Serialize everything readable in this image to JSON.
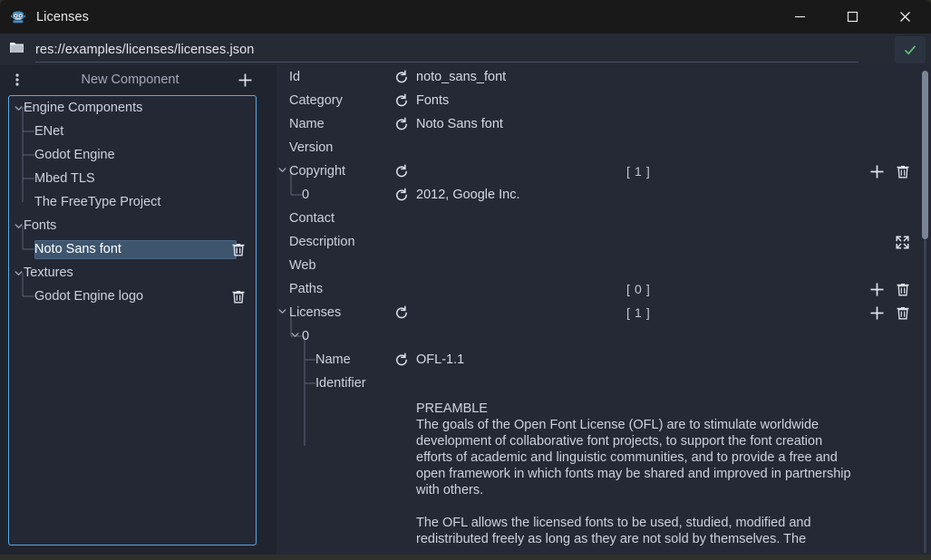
{
  "window": {
    "title": "Licenses",
    "app_icon": "godot-robot-icon",
    "minimize_label": "—",
    "maximize_label": "□",
    "close_label": "✕"
  },
  "pathbar": {
    "folder_icon": "folder-icon",
    "path": "res://examples/licenses/licenses.json",
    "confirm_icon": "checkmark-icon",
    "confirm_color": "#5fbf72"
  },
  "left_panel": {
    "menu_icon": "kebab-menu-icon",
    "title": "New Component",
    "add_icon": "plus-icon",
    "tree": [
      {
        "label": "Engine Components",
        "depth": 0,
        "expanded": true,
        "has_arrow": true,
        "selected": false,
        "deletable": false
      },
      {
        "label": "ENet",
        "depth": 1,
        "expanded": false,
        "has_arrow": false,
        "selected": false,
        "deletable": false
      },
      {
        "label": "Godot Engine",
        "depth": 1,
        "expanded": false,
        "has_arrow": false,
        "selected": false,
        "deletable": false
      },
      {
        "label": "Mbed TLS",
        "depth": 1,
        "expanded": false,
        "has_arrow": false,
        "selected": false,
        "deletable": false
      },
      {
        "label": "The FreeType Project",
        "depth": 1,
        "expanded": false,
        "has_arrow": false,
        "selected": false,
        "deletable": false
      },
      {
        "label": "Fonts",
        "depth": 0,
        "expanded": true,
        "has_arrow": true,
        "selected": false,
        "deletable": false
      },
      {
        "label": "Noto Sans font",
        "depth": 1,
        "expanded": false,
        "has_arrow": false,
        "selected": true,
        "deletable": true
      },
      {
        "label": "Textures",
        "depth": 0,
        "expanded": true,
        "has_arrow": true,
        "selected": false,
        "deletable": false
      },
      {
        "label": "Godot Engine logo",
        "depth": 1,
        "expanded": false,
        "has_arrow": false,
        "selected": false,
        "deletable": false
      }
    ],
    "delete_icon": "trash-icon",
    "focus_border_color": "#5aa9e8",
    "selection_color": "#3d566e"
  },
  "properties": [
    {
      "name": "Id",
      "depth": 0,
      "arrow": "",
      "revert": true,
      "value": "noto_sans_font",
      "count": "",
      "plus": false,
      "trash": false,
      "expand": false
    },
    {
      "name": "Category",
      "depth": 0,
      "arrow": "",
      "revert": true,
      "value": "Fonts",
      "count": "",
      "plus": false,
      "trash": false,
      "expand": false
    },
    {
      "name": "Name",
      "depth": 0,
      "arrow": "",
      "revert": true,
      "value": "Noto Sans font",
      "count": "",
      "plus": false,
      "trash": false,
      "expand": false
    },
    {
      "name": "Version",
      "depth": 0,
      "arrow": "",
      "revert": false,
      "value": "",
      "count": "",
      "plus": false,
      "trash": false,
      "expand": false
    },
    {
      "name": "Copyright",
      "depth": 0,
      "arrow": "v",
      "revert": true,
      "value": "",
      "count": "[ 1 ]",
      "plus": true,
      "trash": true,
      "expand": false
    },
    {
      "name": "0",
      "depth": 1,
      "arrow": "",
      "revert": true,
      "value": "2012, Google Inc.",
      "count": "",
      "plus": false,
      "trash": false,
      "expand": false
    },
    {
      "name": "Contact",
      "depth": 0,
      "arrow": "",
      "revert": false,
      "value": "",
      "count": "",
      "plus": false,
      "trash": false,
      "expand": false
    },
    {
      "name": "Description",
      "depth": 0,
      "arrow": "",
      "revert": false,
      "value": "",
      "count": "",
      "plus": false,
      "trash": false,
      "expand": true
    },
    {
      "name": "Web",
      "depth": 0,
      "arrow": "",
      "revert": false,
      "value": "",
      "count": "",
      "plus": false,
      "trash": false,
      "expand": false
    },
    {
      "name": "Paths",
      "depth": 0,
      "arrow": "",
      "revert": false,
      "value": "",
      "count": "[ 0 ]",
      "plus": true,
      "trash": true,
      "expand": false
    },
    {
      "name": "Licenses",
      "depth": 0,
      "arrow": "v",
      "revert": true,
      "value": "",
      "count": "[ 1 ]",
      "plus": true,
      "trash": true,
      "expand": false
    },
    {
      "name": "0",
      "depth": 1,
      "arrow": "v",
      "revert": false,
      "value": "",
      "count": "",
      "plus": false,
      "trash": false,
      "expand": false
    },
    {
      "name": "Name",
      "depth": 2,
      "arrow": "",
      "revert": true,
      "value": "OFL-1.1",
      "count": "",
      "plus": false,
      "trash": false,
      "expand": false
    },
    {
      "name": "Identifier",
      "depth": 2,
      "arrow": "",
      "revert": false,
      "value": "",
      "count": "",
      "plus": false,
      "trash": false,
      "expand": false
    }
  ],
  "license_body": "PREAMBLE\nThe goals of the Open Font License (OFL) are to stimulate worldwide\ndevelopment of collaborative font projects, to support the font creation\nefforts of academic and linguistic communities, and to provide a free and\nopen framework in which fonts may be shared and improved in partnership\nwith others.\n\nThe OFL allows the licensed fonts to be used, studied, modified and\nredistributed freely as long as they are not sold by themselves. The",
  "icons": {
    "revert": "revert-arrow-icon",
    "plus": "plus-icon",
    "trash": "trash-icon",
    "expand": "expand-fullscreen-icon",
    "scrollbar": "vertical-scrollbar"
  },
  "colors": {
    "window_bg": "#20242e",
    "titlebar_bg": "#191919",
    "pathbar_bg": "#252a35",
    "panel_bg": "#242935",
    "accent": "#5aa9e8"
  }
}
